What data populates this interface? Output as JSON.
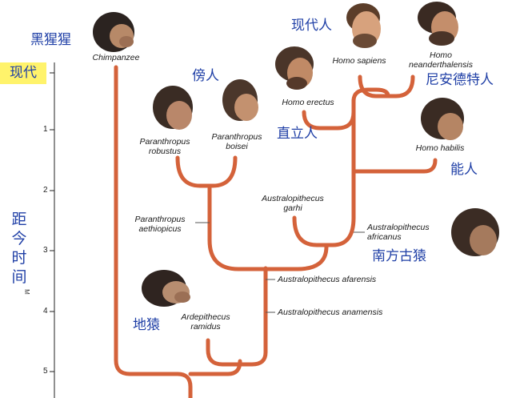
{
  "axis": {
    "now_label": "现代",
    "title_chars": [
      "距",
      "今",
      "时",
      "间"
    ],
    "unit_mark": "M",
    "ticks": [
      "1",
      "2",
      "3",
      "4",
      "5"
    ]
  },
  "species": {
    "chimpanzee": "Chimpanzee",
    "homo_sapiens": "Homo sapiens",
    "neanderthal_1": "Homo",
    "neanderthal_2": "neanderthalensis",
    "erectus": "Homo erectus",
    "habilis": "Homo habilis",
    "robustus_1": "Paranthropus",
    "robustus_2": "robustus",
    "boisei_1": "Paranthropus",
    "boisei_2": "boisei",
    "garhi_1": "Australopithecus",
    "garhi_2": "garhi",
    "aethiopicus_1": "Paranthropus",
    "aethiopicus_2": "aethiopicus",
    "africanus_1": "Australopithecus",
    "africanus_2": "africanus",
    "afarensis": "Australopithecus afarensis",
    "anamensis": "Australopithecus anamensis",
    "ramidus_1": "Ardepithecus",
    "ramidus_2": "ramidus"
  },
  "chinese": {
    "chimp": "黑猩猩",
    "modern_human": "现代人",
    "neanderthal": "尼安德特人",
    "paranthropus": "傍人",
    "erectus": "直立人",
    "habilis": "能人",
    "australopith": "南方古猿",
    "ardipithecus": "地猿"
  },
  "colors": {
    "branch": "#d4623a",
    "label_cn": "#1f3fa6",
    "now_bg": "#fff36b"
  }
}
